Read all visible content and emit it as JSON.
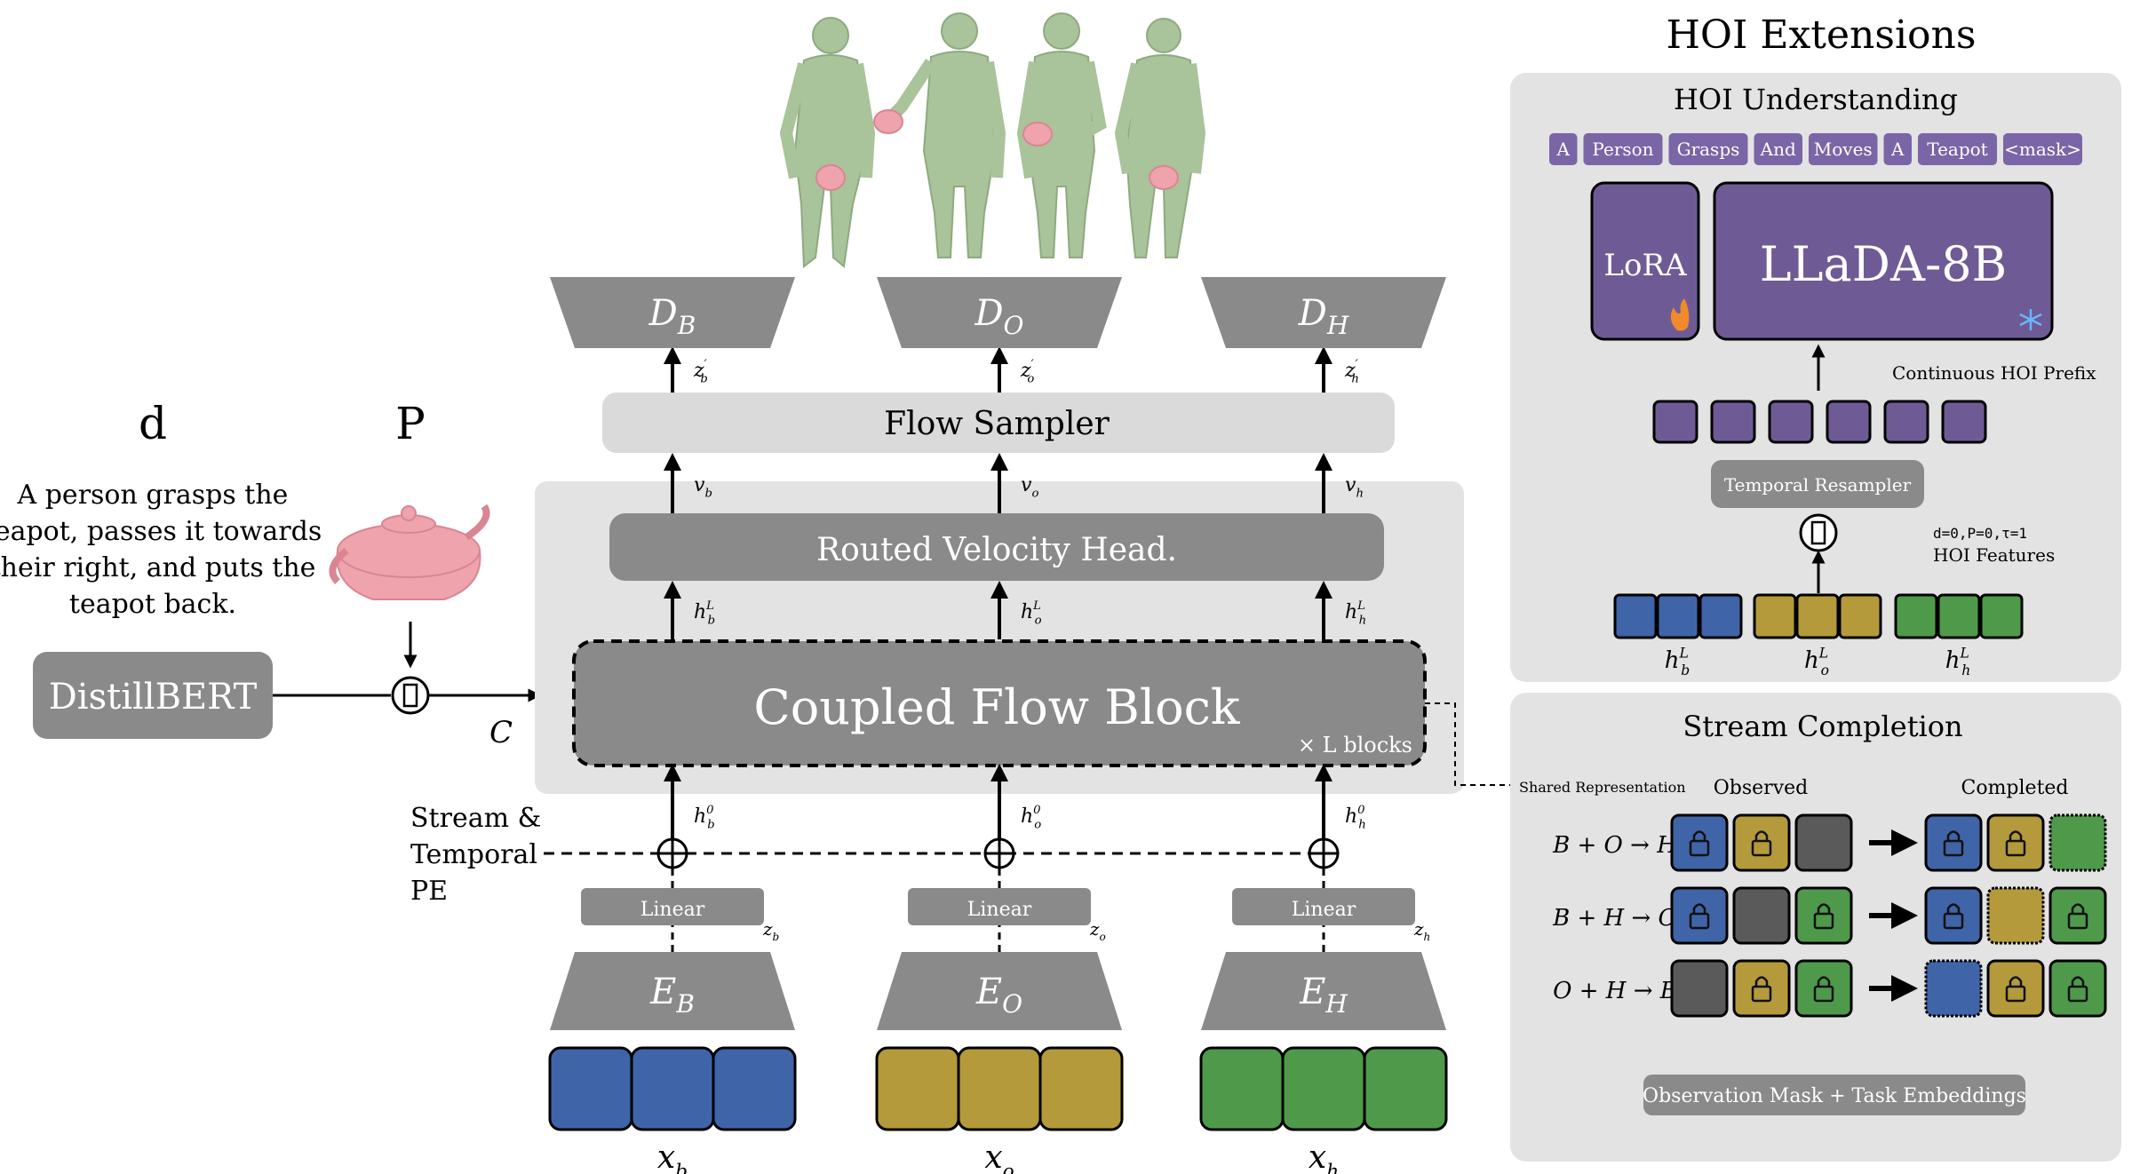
{
  "inputs": {
    "d_label": "d",
    "p_label": "P",
    "text_lines": [
      "A person grasps the",
      "teapot, passes it towards",
      "their right, and puts the",
      "teapot back."
    ],
    "text_encoder": "DistillBERT",
    "condition": "C",
    "pe_lines": [
      "Stream &",
      "Temporal",
      "PE"
    ]
  },
  "streams": [
    {
      "x": "x",
      "xsub": "b",
      "z": "z",
      "zsub": "b",
      "enc": "E",
      "encsub": "B",
      "linear": "Linear",
      "h0": "h",
      "h0sub": "b",
      "h0sup": "0",
      "hL": "h",
      "hLsub": "b",
      "hLsup": "L",
      "v": "v",
      "vsub": "b",
      "zp": "z",
      "zpsub": "b",
      "zpsup": "′",
      "dec": "D",
      "decsub": "B",
      "color": "#3f64a8"
    },
    {
      "x": "x",
      "xsub": "o",
      "z": "z",
      "zsub": "o",
      "enc": "E",
      "encsub": "O",
      "linear": "Linear",
      "h0": "h",
      "h0sub": "o",
      "h0sup": "0",
      "hL": "h",
      "hLsub": "o",
      "hLsup": "L",
      "v": "v",
      "vsub": "o",
      "zp": "z",
      "zpsub": "o",
      "zpsup": "′",
      "dec": "D",
      "decsub": "O",
      "color": "#b49a3a"
    },
    {
      "x": "x",
      "xsub": "h",
      "z": "z",
      "zsub": "h",
      "enc": "E",
      "encsub": "H",
      "linear": "Linear",
      "h0": "h",
      "h0sub": "h",
      "h0sup": "0",
      "hL": "h",
      "hLsub": "h",
      "hLsup": "L",
      "v": "v",
      "vsub": "h",
      "zp": "z",
      "zpsub": "h",
      "zpsup": "′",
      "dec": "D",
      "decsub": "H",
      "color": "#4e9a4a"
    }
  ],
  "core": {
    "coupled_block": "Coupled Flow Block",
    "blocks_label": "× L blocks",
    "velocity_head": "Routed Velocity Head.",
    "flow_sampler": "Flow Sampler"
  },
  "hoi": {
    "title": "HOI Extensions",
    "understanding": {
      "title": "HOI Understanding",
      "tokens": [
        "A",
        "Person",
        "Grasps",
        "And",
        "Moves",
        "A",
        "Teapot",
        "<mask>"
      ],
      "lora": "LoRA",
      "llm": "LLaDA-8B",
      "prefix_label": "Continuous HOI Prefix",
      "resampler": "Temporal Resampler",
      "params": "d=0,P=0,τ=1",
      "features_label": "HOI Features",
      "feature_labels": [
        {
          "base": "h",
          "sub": "b",
          "sup": "L"
        },
        {
          "base": "h",
          "sub": "o",
          "sup": "L"
        },
        {
          "base": "h",
          "sub": "h",
          "sup": "L"
        }
      ],
      "token_color": "#7a65a6",
      "lora_color": "#6e5b95"
    },
    "completion": {
      "title": "Stream Completion",
      "shared": "Shared Representation",
      "observed": "Observed",
      "completed": "Completed",
      "rows": [
        {
          "lhs": "B + O → ",
          "hat": "H"
        },
        {
          "lhs": "B + H → ",
          "hat": "O"
        },
        {
          "lhs": "O + H → ",
          "hat": "B"
        }
      ],
      "footer": "Observation Mask + Task Embeddings"
    }
  },
  "colors": {
    "blue": "#3f64a8",
    "gold": "#b49a3a",
    "green": "#4e9a4a",
    "purple": "#6e5b95",
    "dark_gray": "#8a8a8a",
    "mid_gray": "#9a9a9a",
    "light_panel": "#e3e3e3",
    "sampler": "#dadada",
    "masked": "#5a5a5a",
    "figure_green": "#a9c39a",
    "teapot_pink": "#eea3ad"
  }
}
